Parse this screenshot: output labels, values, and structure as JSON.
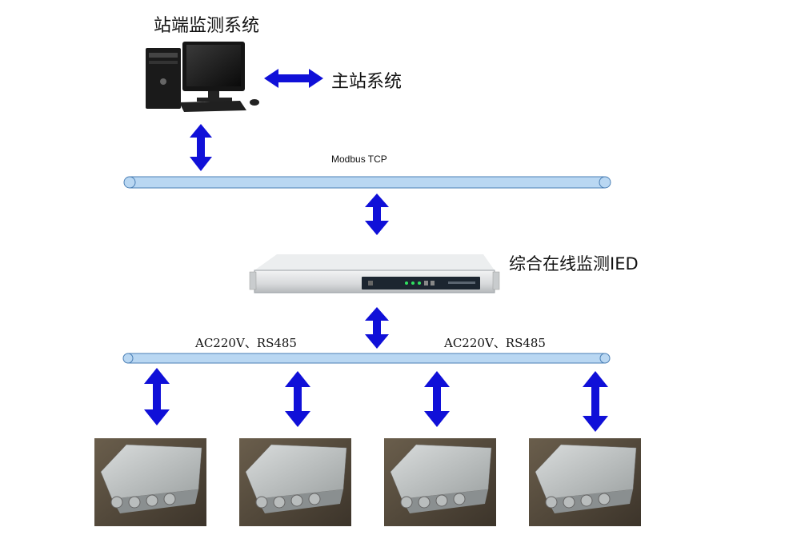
{
  "title": "站端监测系统",
  "master": {
    "label": "主站系统"
  },
  "bus_top": {
    "label": "Modbus TCP"
  },
  "ied": {
    "label": "综合在线监测IED"
  },
  "bus_bottom": {
    "labels": [
      "AC220V、RS485",
      "AC220V、RS485"
    ]
  },
  "devices": [
    {
      "type": "sensor-box"
    },
    {
      "type": "sensor-box"
    },
    {
      "type": "sensor-box"
    },
    {
      "type": "sensor-box"
    }
  ],
  "colors": {
    "arrow": "#1010d8",
    "bus_fill": "#b9d7f2",
    "bus_stroke": "#4a7fb5"
  }
}
